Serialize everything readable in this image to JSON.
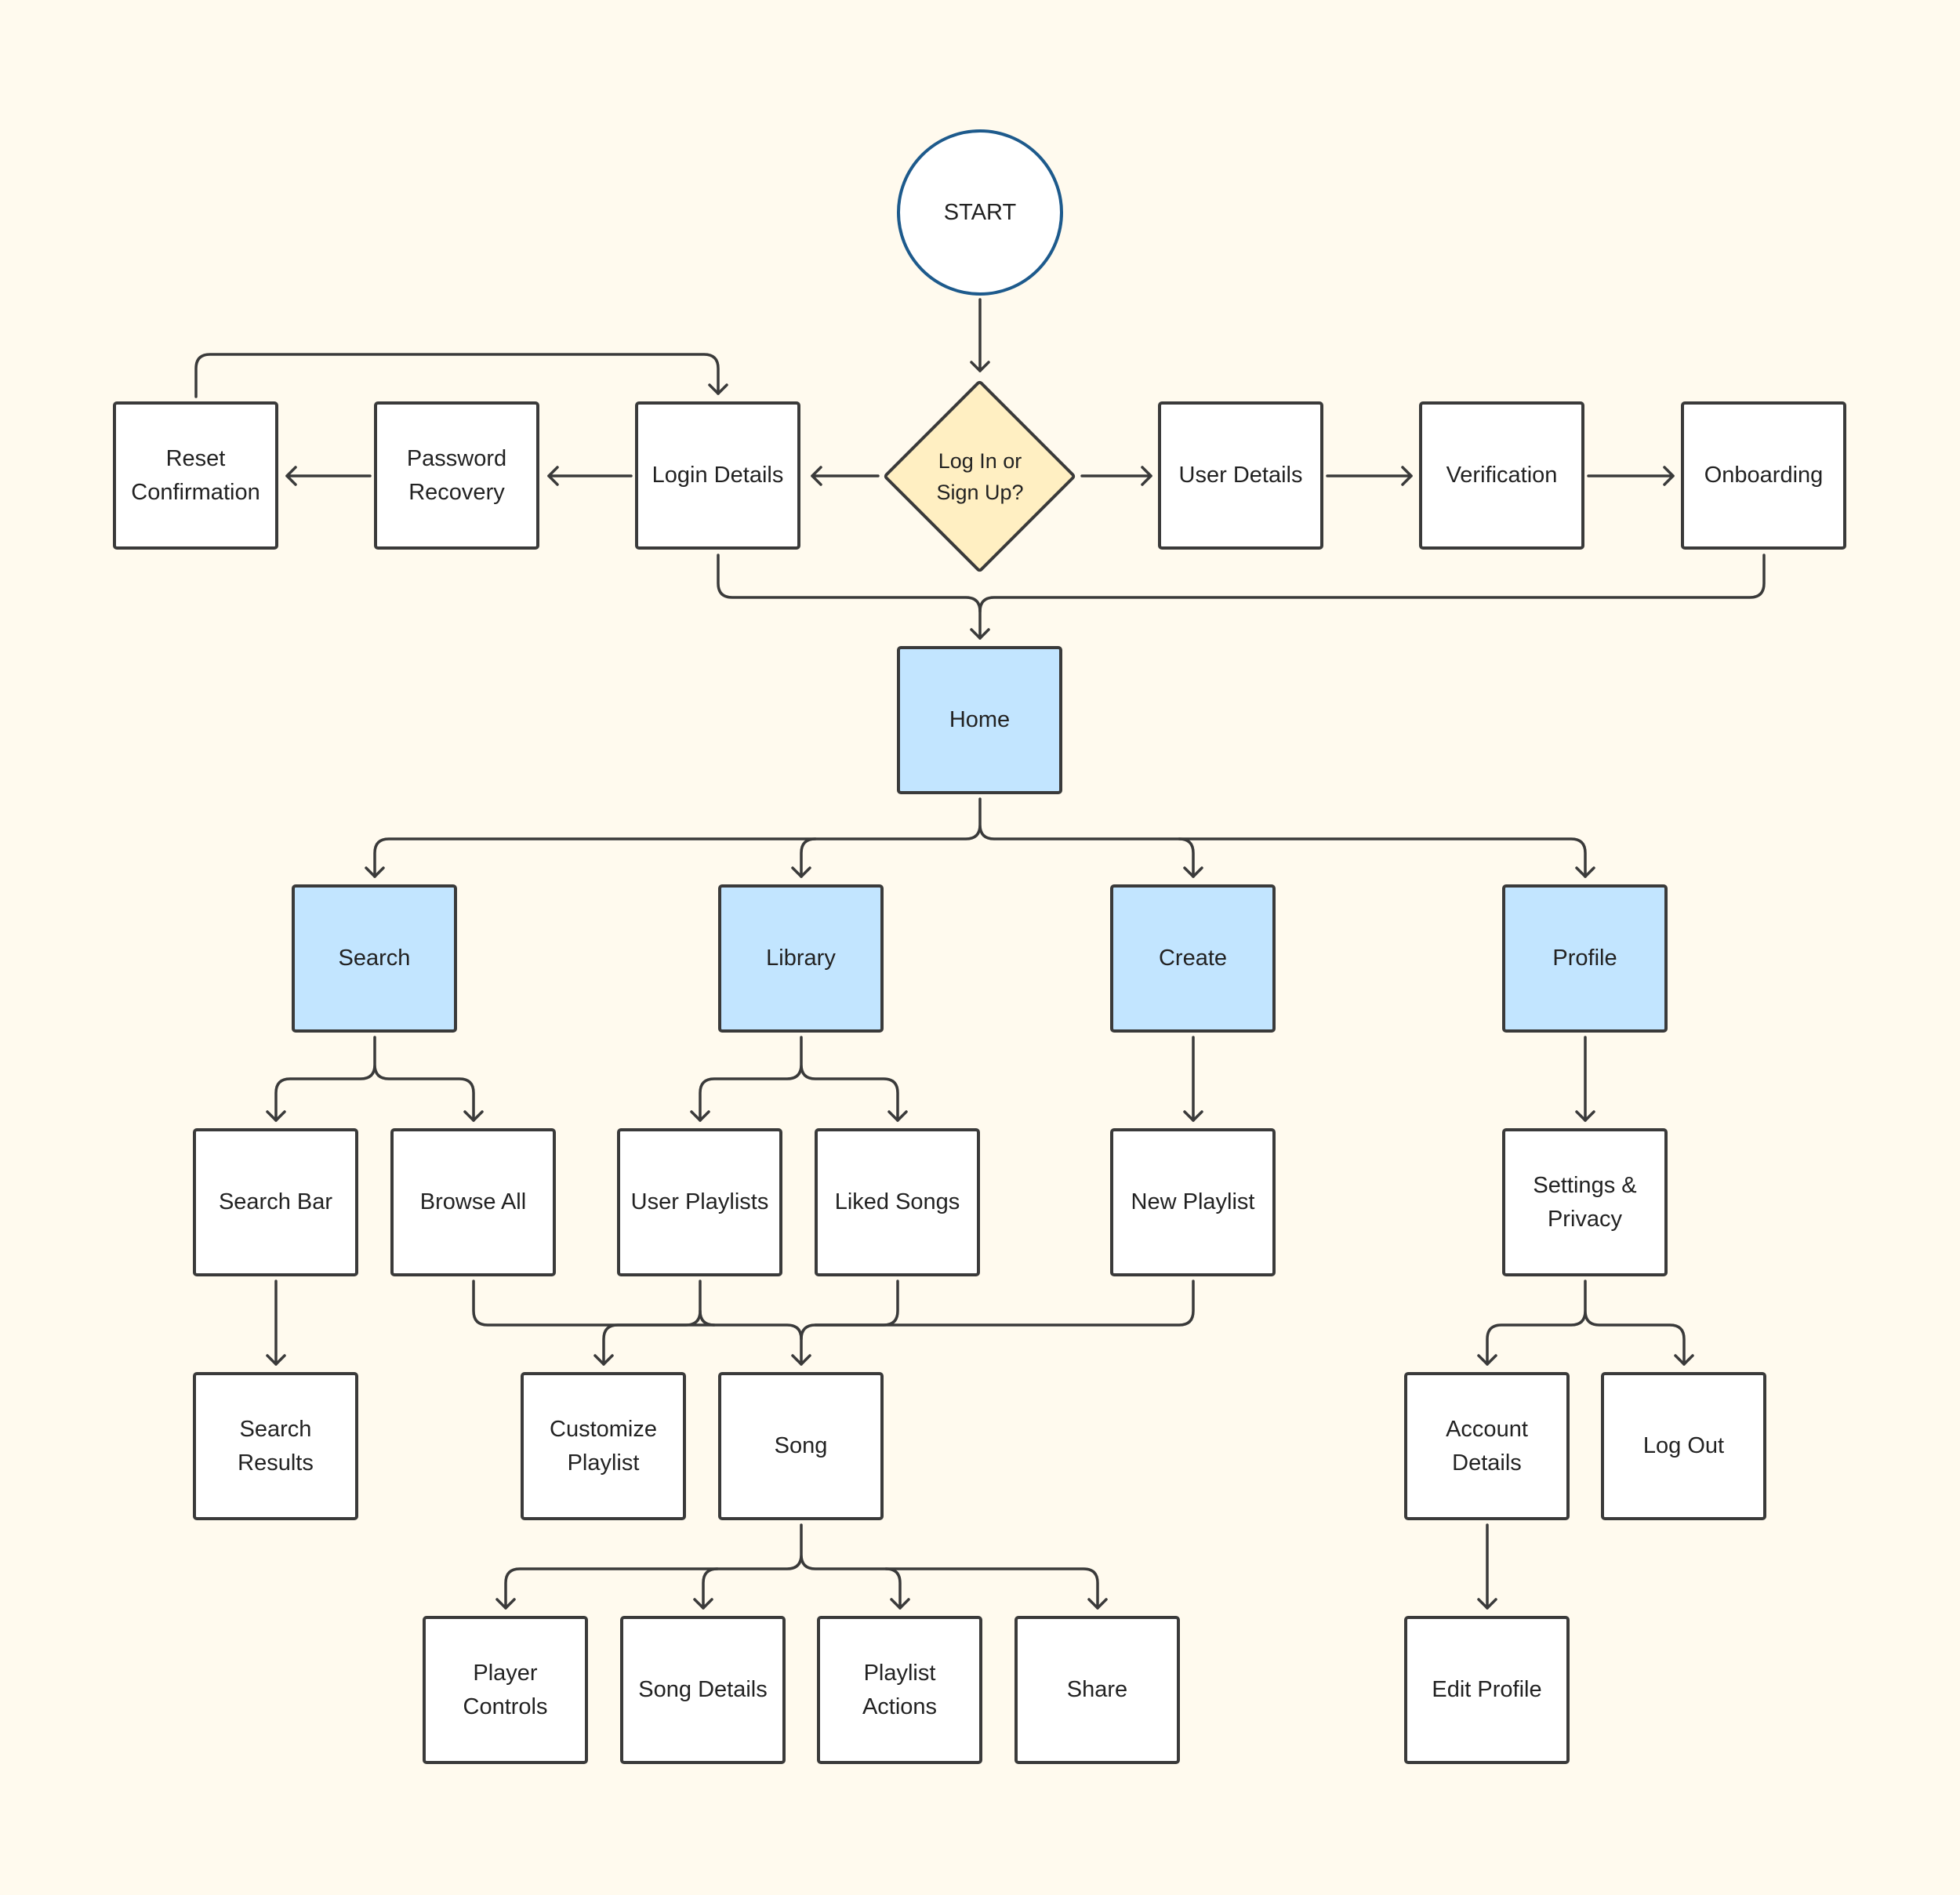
{
  "colors": {
    "background": "#FFFAEE",
    "node_fill": "#FFFFFF",
    "highlight_fill": "#C2E5FF",
    "decision_fill": "#FFEFC2",
    "start_border": "#1D5A8C",
    "stroke": "#3A3A3A"
  },
  "nodes": {
    "start": "START",
    "decision": "Log In or\nSign Up?",
    "reset_confirmation": "Reset\nConfirmation",
    "password_recovery": "Password\nRecovery",
    "login_details": "Login Details",
    "user_details": "User Details",
    "verification": "Verification",
    "onboarding": "Onboarding",
    "home": "Home",
    "search": "Search",
    "library": "Library",
    "create": "Create",
    "profile": "Profile",
    "search_bar": "Search Bar",
    "browse_all": "Browse All",
    "user_playlists": "User Playlists",
    "liked_songs": "Liked Songs",
    "new_playlist": "New Playlist",
    "settings_privacy": "Settings &\nPrivacy",
    "search_results": "Search\nResults",
    "customize_playlist": "Customize\nPlaylist",
    "song": "Song",
    "account_details": "Account\nDetails",
    "log_out": "Log Out",
    "player_controls": "Player\nControls",
    "song_details": "Song Details",
    "playlist_actions": "Playlist\nActions",
    "share": "Share",
    "edit_profile": "Edit Profile"
  },
  "edges": [
    [
      "start",
      "decision"
    ],
    [
      "decision",
      "login_details"
    ],
    [
      "decision",
      "user_details"
    ],
    [
      "login_details",
      "password_recovery"
    ],
    [
      "password_recovery",
      "reset_confirmation"
    ],
    [
      "reset_confirmation",
      "login_details"
    ],
    [
      "user_details",
      "verification"
    ],
    [
      "verification",
      "onboarding"
    ],
    [
      "login_details",
      "home"
    ],
    [
      "onboarding",
      "home"
    ],
    [
      "home",
      "search"
    ],
    [
      "home",
      "library"
    ],
    [
      "home",
      "create"
    ],
    [
      "home",
      "profile"
    ],
    [
      "search",
      "search_bar"
    ],
    [
      "search",
      "browse_all"
    ],
    [
      "search_bar",
      "search_results"
    ],
    [
      "library",
      "user_playlists"
    ],
    [
      "library",
      "liked_songs"
    ],
    [
      "create",
      "new_playlist"
    ],
    [
      "browse_all",
      "song"
    ],
    [
      "user_playlists",
      "customize_playlist"
    ],
    [
      "user_playlists",
      "song"
    ],
    [
      "liked_songs",
      "song"
    ],
    [
      "new_playlist",
      "customize_playlist"
    ],
    [
      "profile",
      "settings_privacy"
    ],
    [
      "settings_privacy",
      "account_details"
    ],
    [
      "settings_privacy",
      "log_out"
    ],
    [
      "account_details",
      "edit_profile"
    ],
    [
      "song",
      "player_controls"
    ],
    [
      "song",
      "song_details"
    ],
    [
      "song",
      "playlist_actions"
    ],
    [
      "song",
      "share"
    ]
  ]
}
